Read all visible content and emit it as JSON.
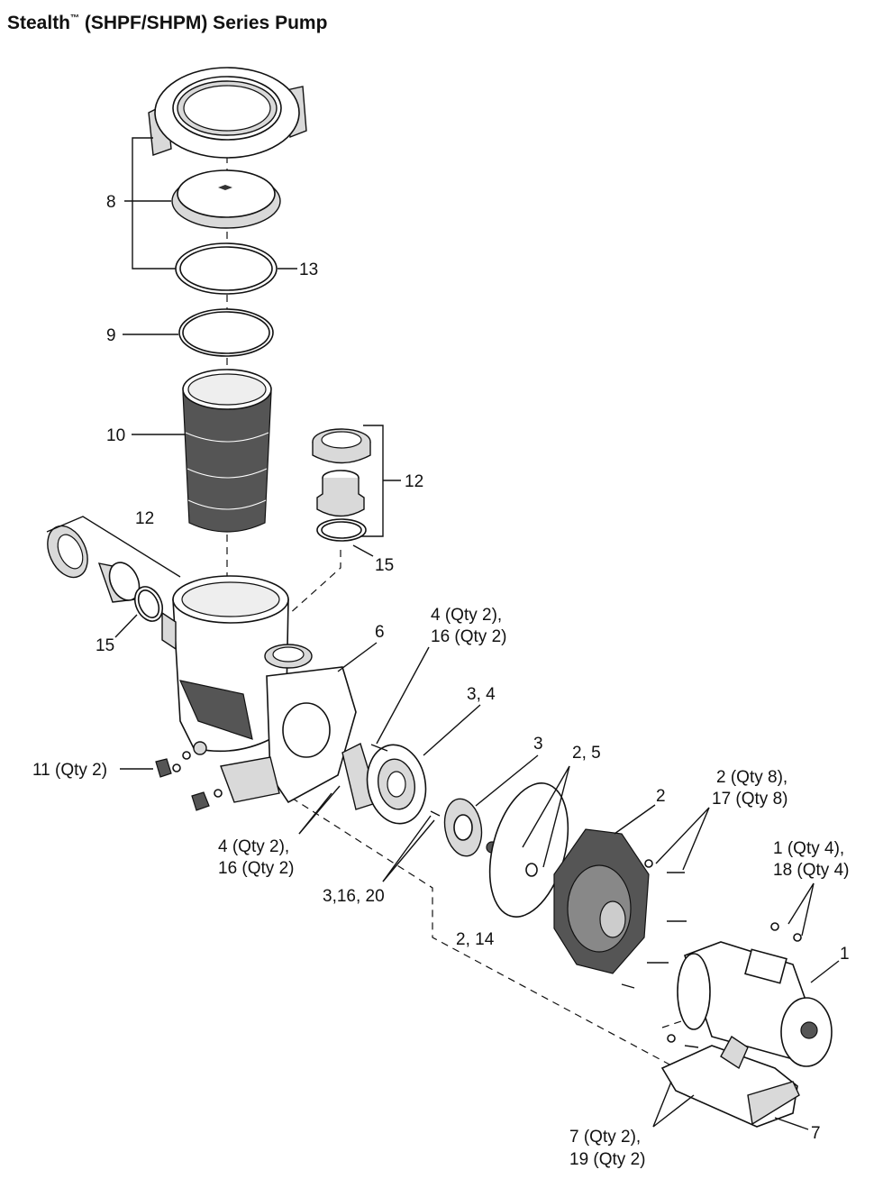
{
  "title": {
    "main": "Stealth",
    "tm": "™",
    "rest": " (SHPF/SHPM) Series Pump"
  },
  "labels": {
    "l8": "8",
    "l13": "13",
    "l9": "9",
    "l10": "10",
    "l12a": "12",
    "l12b": "12",
    "l15a": "15",
    "l15b": "15",
    "l6": "6",
    "l4a_1": "4 (Qty 2),",
    "l4a_2": "16 (Qty 2)",
    "l34": "3, 4",
    "l3": "3",
    "l25": "2, 5",
    "l11": "11 (Qty 2)",
    "l4b_1": "4 (Qty 2),",
    "l4b_2": "16 (Qty 2)",
    "l31620": "3,16, 20",
    "l214": "2, 14",
    "l2": "2",
    "l2q_1": "2 (Qty 8),",
    "l2q_2": "17 (Qty 8)",
    "l1q_1": "1 (Qty 4),",
    "l1q_2": "18 (Qty 4)",
    "l1": "1",
    "l7q_1": "7 (Qty 2),",
    "l7q_2": "19 (Qty 2)",
    "l7": "7"
  }
}
